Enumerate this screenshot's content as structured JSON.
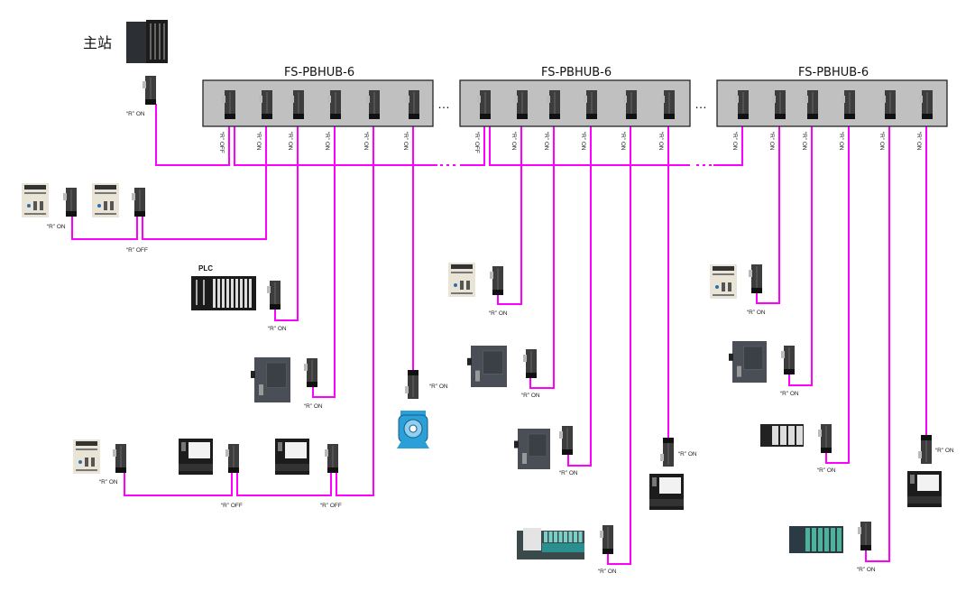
{
  "master": {
    "label": "主站",
    "terminator": "“R” ON"
  },
  "ellipsis": "…",
  "colors": {
    "bus": "#ff00ff",
    "hub_fill": "#c0c0c0",
    "motor": "#2a9fd8"
  },
  "hubs": [
    {
      "title": "FS-PBHUB-6",
      "port_labels": [
        "“R” OFF",
        "“R” ON",
        "“R” ON",
        "“R” ON",
        "“R” ON",
        "“R” ON"
      ]
    },
    {
      "title": "FS-PBHUB-6",
      "port_labels": [
        "“R” OFF",
        "“R” ON",
        "“R” ON",
        "“R” ON",
        "“R” ON",
        "“R” ON"
      ]
    },
    {
      "title": "FS-PBHUB-6",
      "port_labels": [
        "“R” ON",
        "“R” ON",
        "“R” ON",
        "“R” ON",
        "“R” ON",
        "“R” ON"
      ]
    }
  ],
  "plc_label": "PLC",
  "hub1_drops": {
    "relay_chain": [
      "“R” ON",
      "“R” OFF"
    ],
    "plc": "“R” ON",
    "cpu": "“R” ON",
    "bottom_chain": [
      "“R” ON",
      "“R” OFF",
      "“R” OFF"
    ],
    "motor": "“R” ON"
  },
  "hub2_drops": [
    "“R” ON",
    "“R” ON",
    "“R” ON",
    "“R” ON",
    "“R” ON"
  ],
  "hub3_drops": [
    "“R” ON",
    "“R” ON",
    "“R” ON",
    "“R” ON",
    "“R” ON"
  ]
}
